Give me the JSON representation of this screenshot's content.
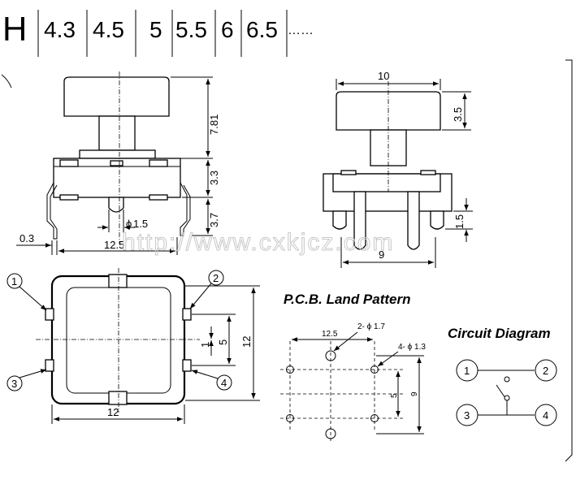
{
  "header": {
    "label": "H",
    "sizes": [
      "4.3",
      "4.5",
      "5",
      "5.5",
      "6",
      "6.5"
    ],
    "ellipsis": "……"
  },
  "side_view_left": {
    "dims": {
      "cap_height": "7.81",
      "body_height": "3.3",
      "lead_length": "3.7",
      "lead_thickness": "0.3",
      "lead_span": "12.5",
      "boss_diameter": "1.5"
    },
    "phi": "ϕ"
  },
  "side_view_right": {
    "dims": {
      "cap_width": "10",
      "cap_height": "3.5",
      "pin_protrusion": "1.5",
      "pin_spacing": "9"
    }
  },
  "top_view": {
    "pins": [
      "1",
      "2",
      "3",
      "4"
    ],
    "dims": {
      "width": "12",
      "pin_pitch": "5",
      "overall": "12",
      "offset": "1"
    }
  },
  "pcb": {
    "title": "P.C.B. Land Pattern",
    "dims": {
      "horizontal": "12.5",
      "vertical_inner": "5",
      "vertical_outer": "9"
    },
    "holes_large": "2- ϕ 1.7",
    "holes_small": "4- ϕ 1.3"
  },
  "circuit": {
    "title": "Circuit Diagram",
    "terminals": [
      "1",
      "2",
      "3",
      "4"
    ]
  },
  "watermark": "http://www.cxkjcz.com"
}
